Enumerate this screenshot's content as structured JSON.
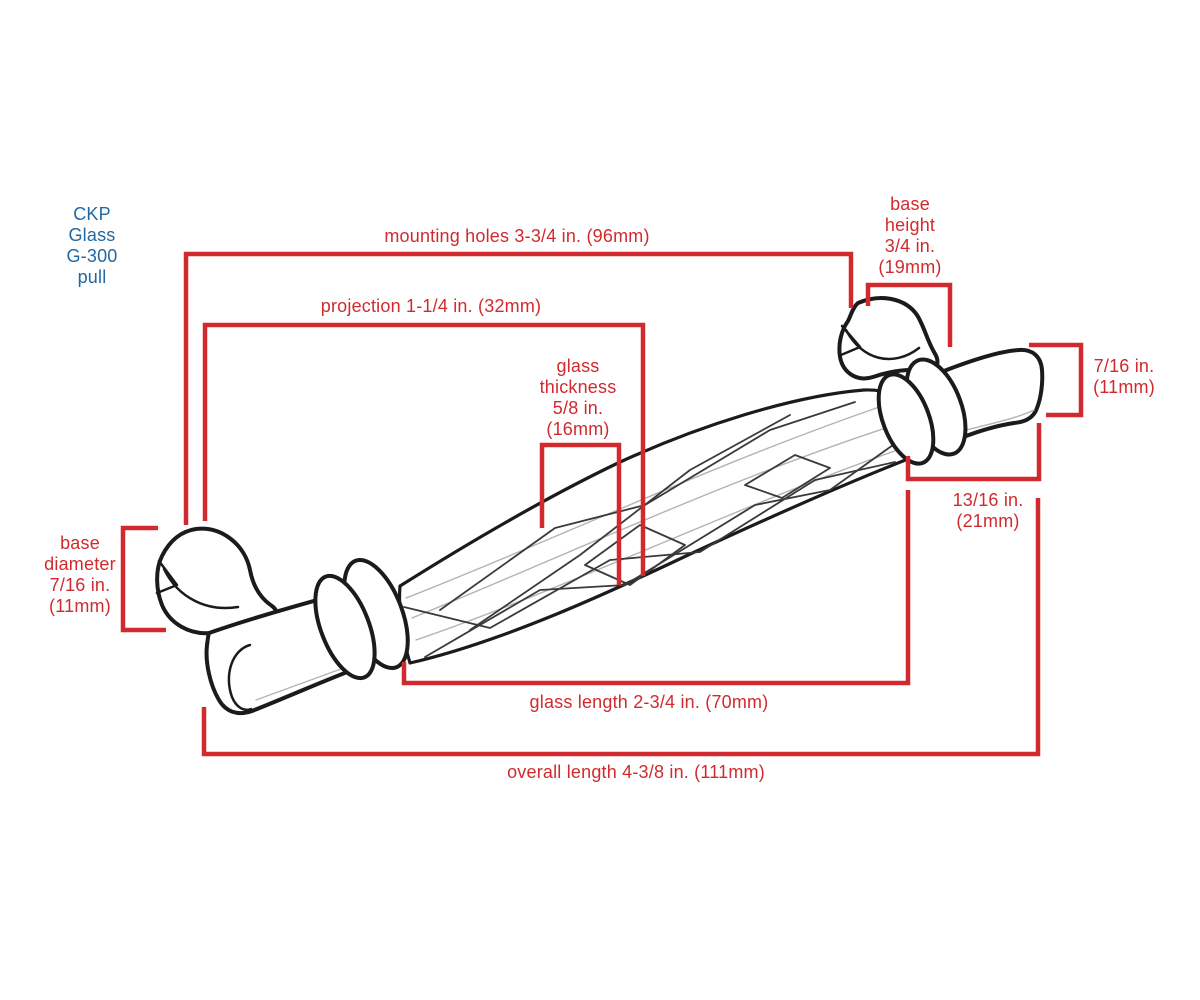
{
  "product": {
    "name_lines": [
      "CKP",
      "Glass",
      "G-300",
      "pull"
    ]
  },
  "colors": {
    "dimension-red": "#d12a2e",
    "product-blue": "#2268a2",
    "sketch-ink": "#1b1b1b"
  },
  "dimensions": {
    "mounting_holes": {
      "label": "mounting holes 3-3/4 in. (96mm)"
    },
    "projection": {
      "label": "projection 1-1/4 in. (32mm)"
    },
    "glass_thickness": {
      "lines": [
        "glass",
        "thickness",
        "5/8 in.",
        "(16mm)"
      ]
    },
    "base_height": {
      "lines": [
        "base",
        "height",
        "3/4 in.",
        "(19mm)"
      ]
    },
    "bar_diameter": {
      "lines": [
        "7/16 in.",
        "(11mm)"
      ]
    },
    "bar_length": {
      "lines": [
        "13/16 in.",
        "(21mm)"
      ]
    },
    "base_diameter": {
      "lines": [
        "base",
        "diameter",
        "7/16 in.",
        "(11mm)"
      ]
    },
    "glass_length": {
      "label": "glass length 2-3/4 in. (70mm)"
    },
    "overall_length": {
      "label": "overall length 4-3/8 in. (111mm)"
    }
  }
}
